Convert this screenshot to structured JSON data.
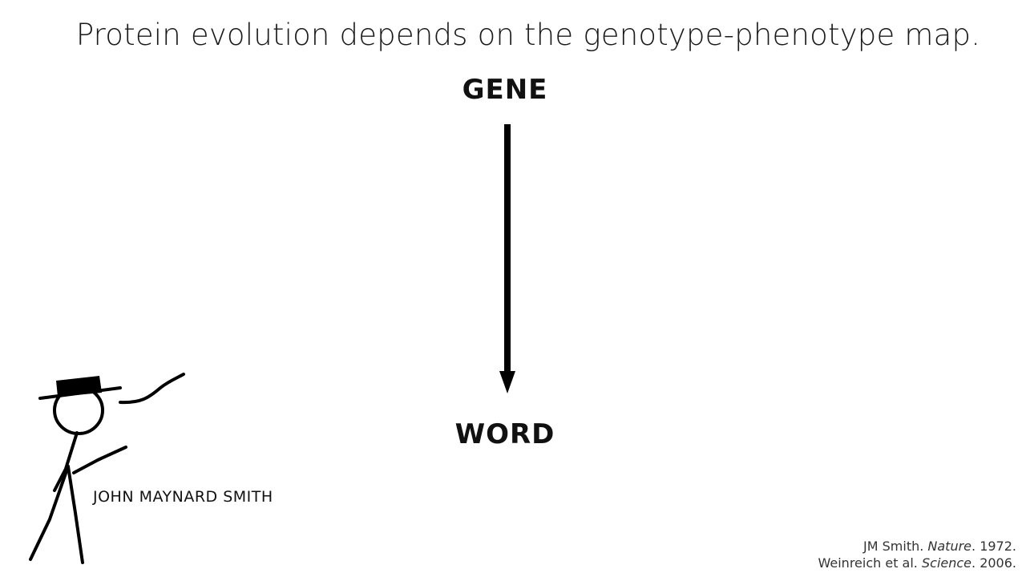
{
  "slide": {
    "title": "Protein evolution depends on the genotype-phenotype map."
  },
  "diagram": {
    "top_node": "GENE",
    "bottom_node": "WORD"
  },
  "figure": {
    "name_label": "JOHN MAYNARD SMITH"
  },
  "citations": [
    {
      "authors": "JM Smith. ",
      "journal": "Nature",
      "year": ". 1972."
    },
    {
      "authors": "Weinreich et al. ",
      "journal": "Science",
      "year": ". 2006."
    }
  ]
}
